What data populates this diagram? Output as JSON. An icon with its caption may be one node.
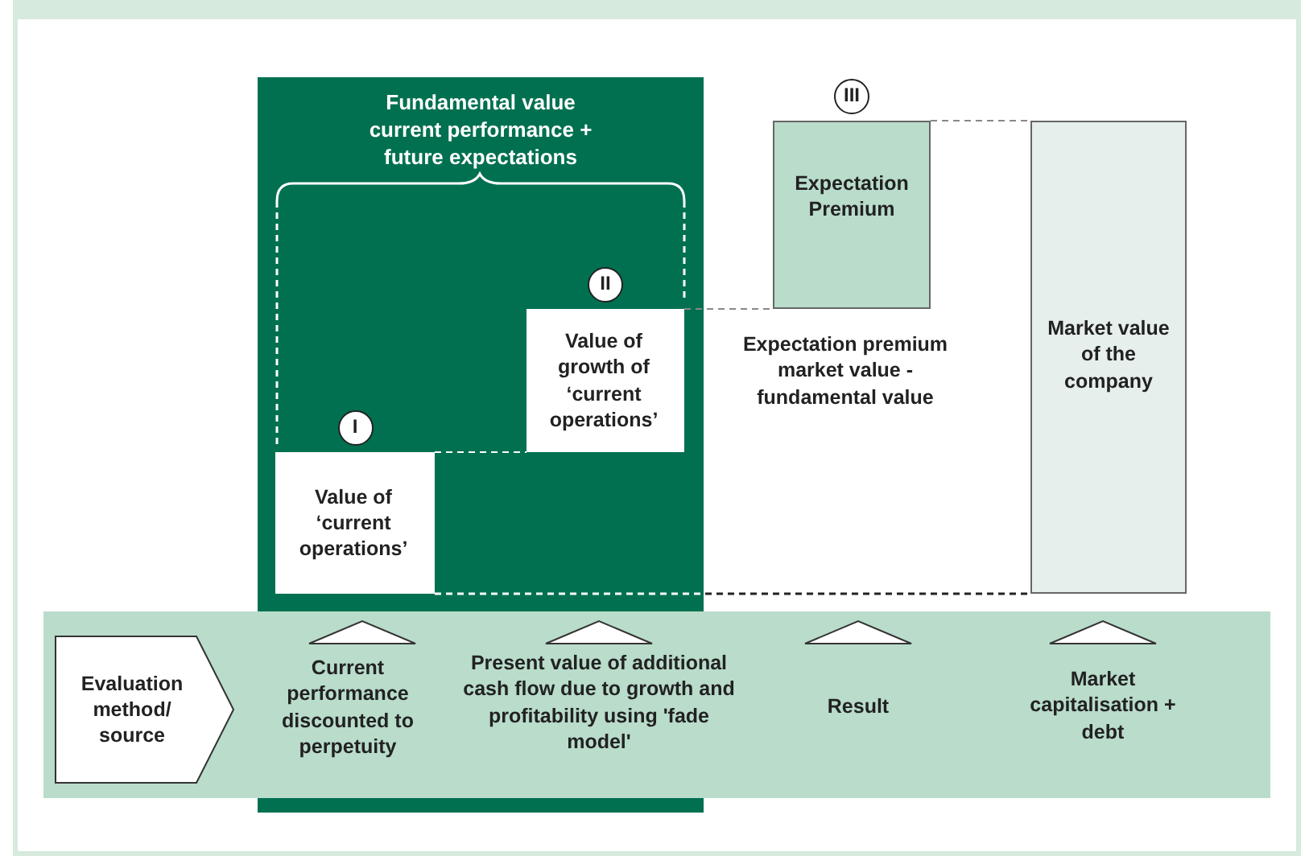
{
  "diagram": {
    "nodes": [
      {
        "text": [
          "Fundamental value current performance + future expectations"
        ]
      },
      {
        "text": [
          "Value of ‘current operations’"
        ],
        "in": 0,
        "beside": [
          "I"
        ]
      },
      {
        "text": [
          "Value of growth of ‘current operations’"
        ],
        "in": 0,
        "beside": [
          "II"
        ]
      },
      {
        "text": [
          "Expectation Premium"
        ],
        "beside": [
          "III"
        ]
      },
      {
        "text": [
          "Market value of the company"
        ]
      },
      {
        "text": [],
        "shape": "bar"
      },
      {
        "text": [
          "Evaluation method/ source"
        ],
        "in": 5
      }
    ],
    "edges": [
      {
        "from": 1,
        "to": 2,
        "arrow": "none",
        "style": "dashed",
        "color": "#ffffff"
      },
      {
        "from": 2,
        "to": 3,
        "arrow": "none",
        "style": "dashed"
      },
      {
        "from": 3,
        "to": 4,
        "arrow": "none",
        "style": "dashed"
      },
      {
        "from": 1,
        "to": 4,
        "arrow": "none",
        "style": "dashed",
        "color": "#222222"
      }
    ],
    "labels": [
      "Expectation premium market value - fundamental value",
      "Current performance discounted to perpetuity",
      "Present value of additional cash flow due to growth and profitability using 'fade model'",
      "Result",
      "Market capitalisation + debt"
    ]
  }
}
